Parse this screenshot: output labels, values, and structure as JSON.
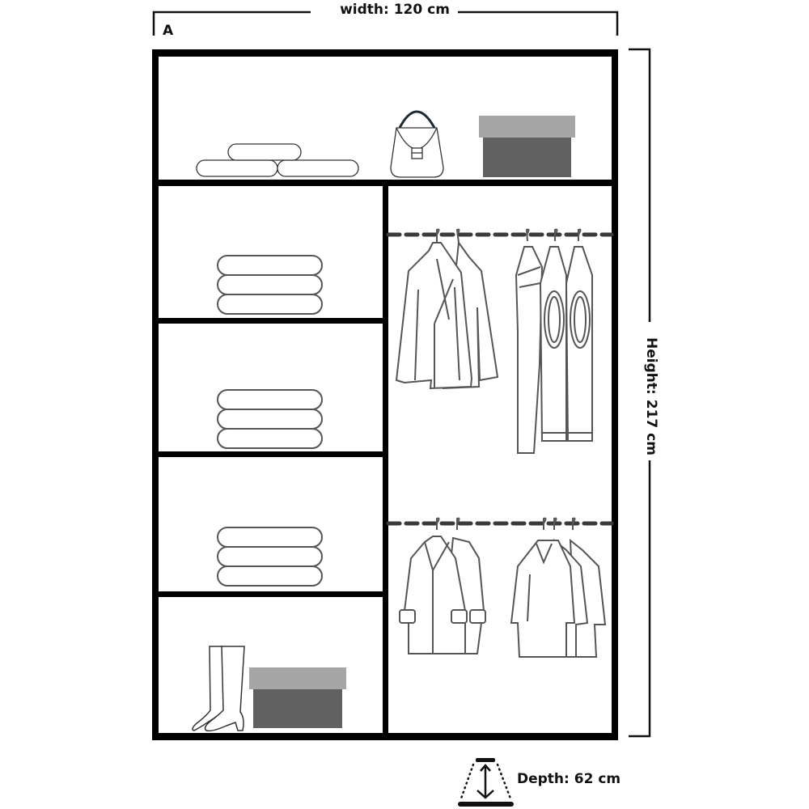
{
  "diagram": {
    "type": "wardrobe-dimension-diagram",
    "section_label": "A",
    "dimensions": {
      "width_label": "width: 120 cm",
      "height_label": "Height: 217 cm",
      "depth_label": "Depth: 62 cm"
    },
    "icons": {
      "depth": "depth-arrow-icon"
    },
    "compartments": [
      {
        "name": "top-shelf",
        "contents": [
          "folded-towels-stack",
          "handbag",
          "storage-box"
        ]
      },
      {
        "name": "left-shelf-1",
        "contents": [
          "folded-clothes-stack"
        ]
      },
      {
        "name": "left-shelf-2",
        "contents": [
          "folded-clothes-stack"
        ]
      },
      {
        "name": "left-shelf-3",
        "contents": [
          "folded-clothes-stack"
        ]
      },
      {
        "name": "left-bottom-shelf",
        "contents": [
          "boots",
          "storage-box"
        ]
      },
      {
        "name": "hanging-upper",
        "contents": [
          "blazers",
          "sweaters"
        ]
      },
      {
        "name": "hanging-lower",
        "contents": [
          "fur-cuff-coats",
          "shirt-coats"
        ]
      }
    ],
    "colors": {
      "frame": "#000000",
      "line_art": "#4a4a4a",
      "box_lid": "#a6a6a6",
      "box_body": "#616161"
    }
  }
}
